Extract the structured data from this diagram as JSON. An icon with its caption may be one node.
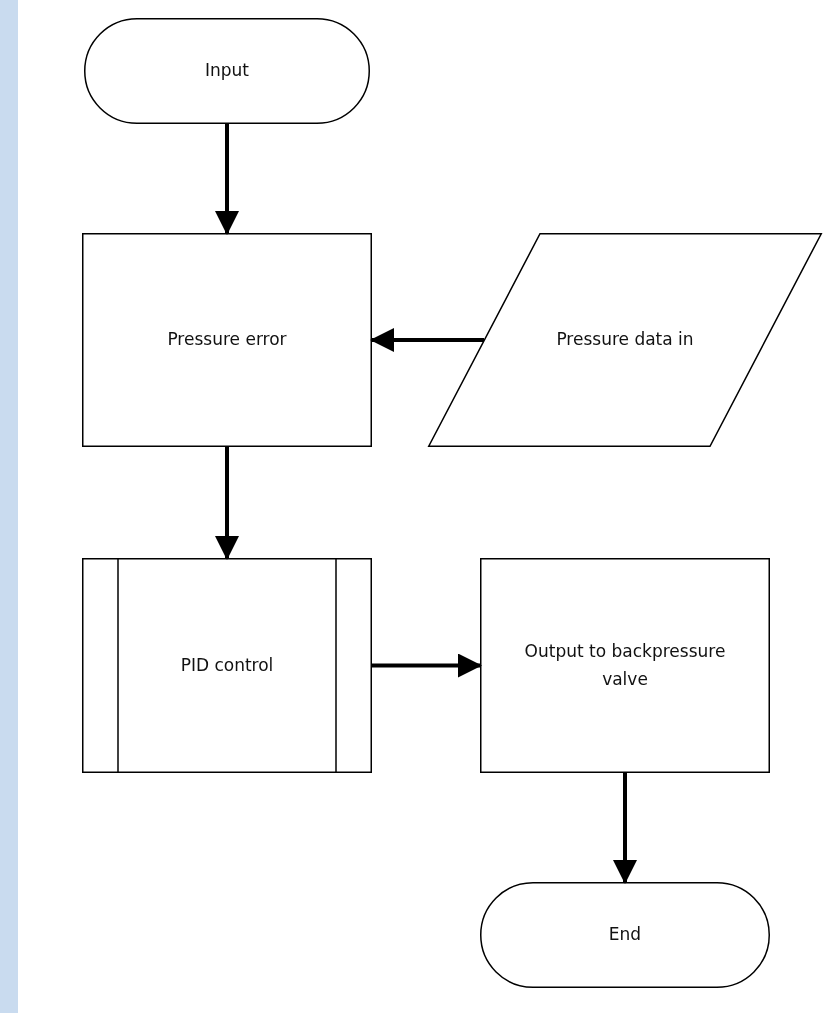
{
  "diagram": {
    "nodes": [
      {
        "text": [
          "Input"
        ]
      },
      {
        "text": [
          "Pressure error"
        ]
      },
      {
        "text": [
          "Pressure data in"
        ]
      },
      {
        "text": [
          "PID control"
        ]
      },
      {
        "text": [
          "Output to backpressure valve"
        ]
      },
      {
        "text": [
          "End"
        ]
      }
    ],
    "edges": [
      {
        "from": 0,
        "to": 1,
        "arrow": "to"
      },
      {
        "from": 2,
        "to": 1,
        "arrow": "to"
      },
      {
        "from": 1,
        "to": 3,
        "arrow": "to"
      },
      {
        "from": 3,
        "to": 4,
        "arrow": "to"
      },
      {
        "from": 4,
        "to": 5,
        "arrow": "to"
      }
    ]
  }
}
